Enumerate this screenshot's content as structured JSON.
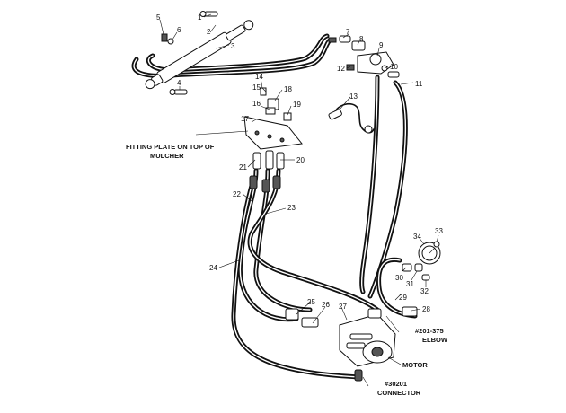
{
  "callouts": [
    "1",
    "2",
    "3",
    "4",
    "5",
    "6",
    "7",
    "8",
    "9",
    "10",
    "11",
    "12",
    "13",
    "14",
    "15",
    "16",
    "17",
    "18",
    "19",
    "20",
    "21",
    "22",
    "23",
    "24",
    "25",
    "26",
    "27",
    "28",
    "29",
    "30",
    "31",
    "32",
    "33",
    "34"
  ],
  "labels": {
    "fitting_plate_line1": "FITTING PLATE ON TOP OF",
    "fitting_plate_line2": "MULCHER",
    "elbow_line1": "#201-375",
    "elbow_line2": "ELBOW",
    "motor": "MOTOR",
    "connector_line1": "#30201",
    "connector_line2": "CONNECTOR"
  },
  "icons": [
    "cylinder-icon",
    "valve-block-icon",
    "fitting-plate-icon",
    "motor-icon",
    "pressure-gauge-icon"
  ]
}
